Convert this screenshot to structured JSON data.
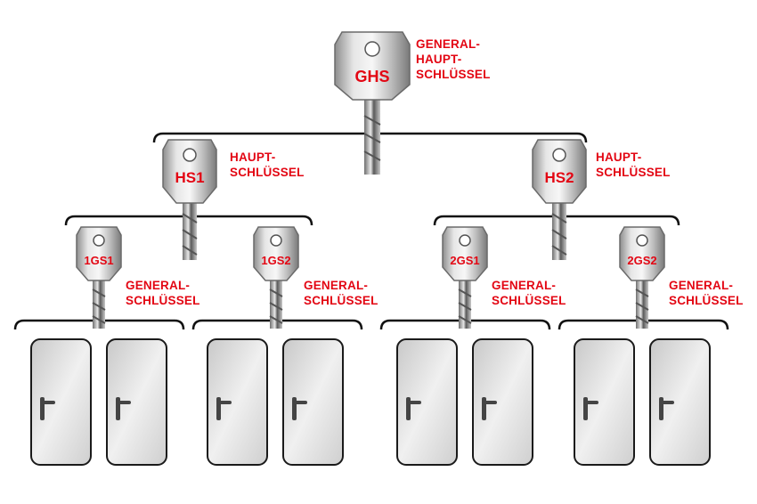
{
  "root": {
    "code": "GHS",
    "label_lines": [
      "GENERAL-",
      "HAUPT-",
      "SCHLÜSSEL"
    ]
  },
  "level2": [
    {
      "code": "HS1",
      "label_lines": [
        "HAUPT-",
        "SCHLÜSSEL"
      ]
    },
    {
      "code": "HS2",
      "label_lines": [
        "HAUPT-",
        "SCHLÜSSEL"
      ]
    }
  ],
  "level3": [
    {
      "code": "1GS1",
      "label_lines": [
        "GENERAL-",
        "SCHLÜSSEL"
      ]
    },
    {
      "code": "1GS2",
      "label_lines": [
        "GENERAL-",
        "SCHLÜSSEL"
      ]
    },
    {
      "code": "2GS1",
      "label_lines": [
        "GENERAL-",
        "SCHLÜSSEL"
      ]
    },
    {
      "code": "2GS2",
      "label_lines": [
        "GENERAL-",
        "SCHLÜSSEL"
      ]
    }
  ],
  "doors_per_group": 2,
  "colors": {
    "label_red": "#e30613",
    "bracket": "#111111",
    "door_outline": "#1a1a1a",
    "door_fill": "#d9d9d9",
    "key_metal": "#b5b5b5"
  }
}
